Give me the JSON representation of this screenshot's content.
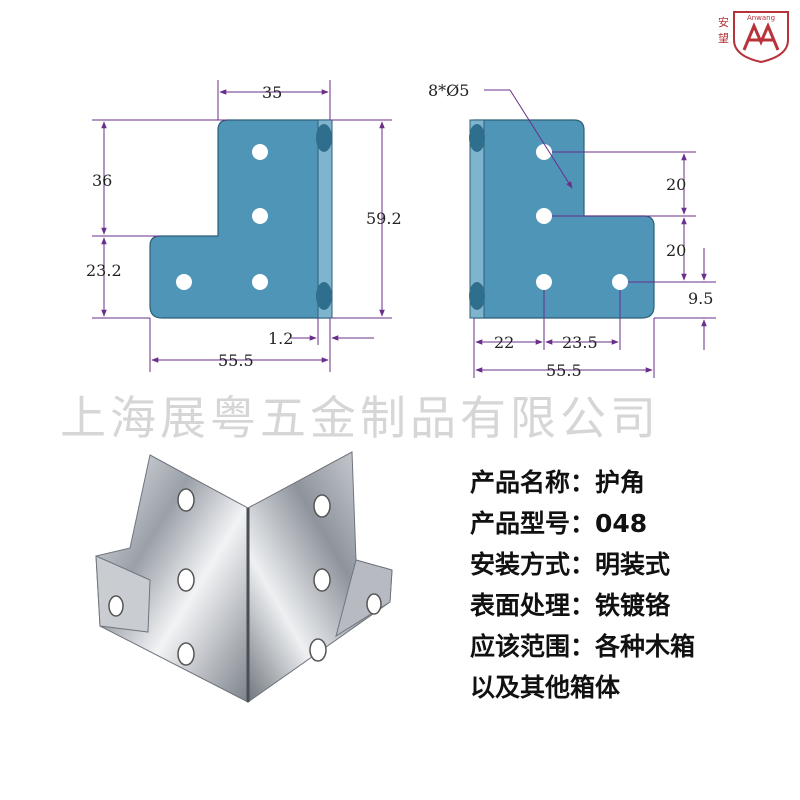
{
  "brand": {
    "name_vertical": "安望",
    "name_latin": "Anwang",
    "color": "#b8323a"
  },
  "watermark": "上海展粤五金制品有限公司",
  "colors": {
    "plate": "#4e95b8",
    "dimension_line": "#6b2f8a"
  },
  "left_view": {
    "dims": {
      "top_width": "35",
      "upper_height": "36",
      "lower_height": "23.2",
      "total_height": "59.2",
      "thickness": "1.2",
      "total_width": "55.5"
    }
  },
  "right_view": {
    "dims": {
      "holes": "8*Ø5",
      "spacing_a": "20",
      "spacing_b": "20",
      "edge_offset": "9.5",
      "offset_left": "22",
      "hole_spacing": "23.5",
      "total_width": "55.5"
    }
  },
  "specs": [
    {
      "label": "产品名称：",
      "value": "护角"
    },
    {
      "label": "产品型号：",
      "value": "048"
    },
    {
      "label": "安装方式：",
      "value": "明装式"
    },
    {
      "label": "表面处理：",
      "value": "铁镀铬"
    },
    {
      "label": "应该范围：",
      "value": "各种木箱"
    },
    {
      "label": "",
      "value": "以及其他箱体"
    }
  ]
}
